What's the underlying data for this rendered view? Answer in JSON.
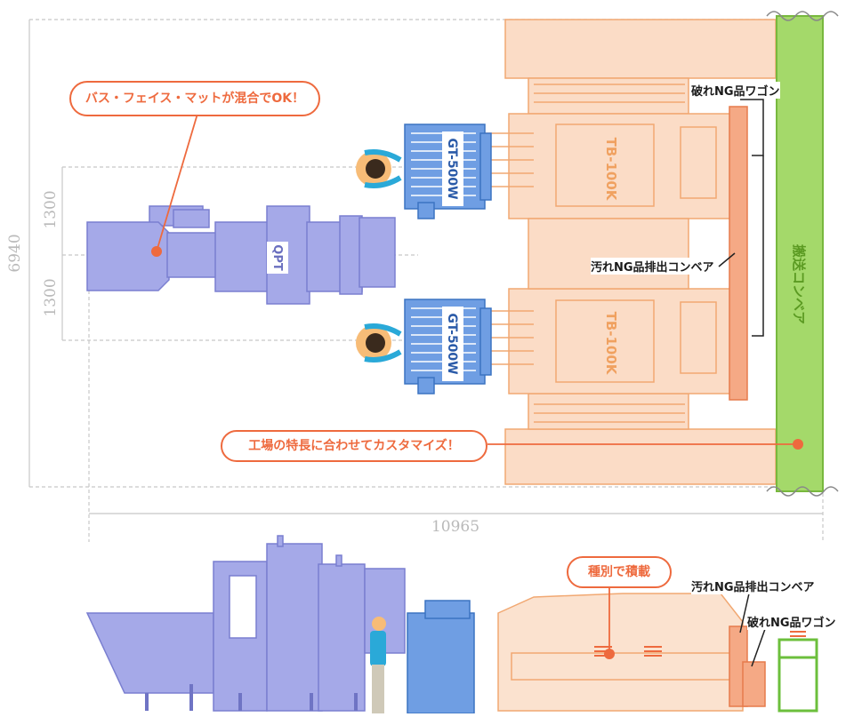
{
  "dimensions": {
    "total_height": "6940",
    "upper_row": "1300",
    "lower_row": "1300",
    "total_width": "10965"
  },
  "machines": {
    "qpt": "QPT",
    "gt_top": "GT-500W",
    "gt_bottom": "GT-500W",
    "tb_top": "TB-100K",
    "tb_bottom": "TB-100K",
    "conveyor": "搬送コンベア"
  },
  "callouts": {
    "mixed": "バス・フェイス・マットが混合でOK！",
    "customize": "工場の特長に合わせてカスタマイズ！",
    "stack": "種別で積載"
  },
  "labels": {
    "torn_wagon_top": "破れNG品ワゴン",
    "dirty_conveyor_top": "汚れNG品排出コンベア",
    "dirty_conveyor_bottom": "汚れNG品排出コンベア",
    "torn_wagon_bottom": "破れNG品ワゴン"
  },
  "colors": {
    "qpt": "#9da1e6",
    "gt": "#5c92de",
    "tb": "#fbdcc6",
    "accent": "#ee6a3e",
    "conveyor": "#94d35c",
    "dimension": "#b9b9b9"
  }
}
